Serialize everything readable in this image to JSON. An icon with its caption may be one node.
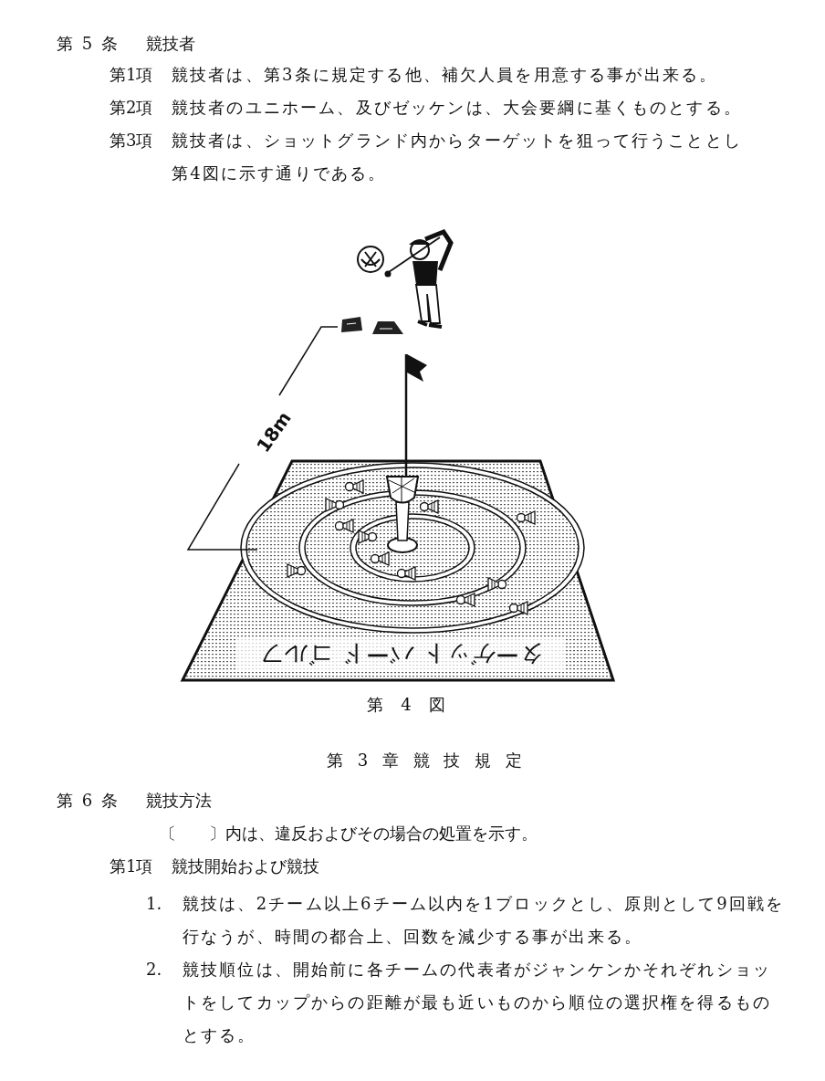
{
  "diagram": {
    "caption": "第 4 図",
    "labels": [
      "第 5 条",
      "競技者",
      "第1項",
      "競技者は、第3条に規定する他、補欠人員を用意する事が出来る。",
      "第2項",
      "競技者のユニホーム、及びゼッケンは、大会要綱に基くものとする。",
      "第3項",
      "競技者は、ショットグランド内からターゲットを狙って行うこととし第4図に示す通りである。",
      "18m",
      "ターゲット バード ゴルフ",
      "第 3 章 競 技 規 定",
      "第 6 条",
      "競技方法",
      "〔　　〕内は、違反およびその場合の処置を示す。",
      "第1項",
      "競技開始および競技",
      "1.",
      "競技は、2チーム以上6チーム以内を1ブロックとし、原則として9回戦を行なうが、時間の都合上、回数を減少する事が出来る。",
      "2.",
      "競技順位は、開始前に各チームの代表者がジャンケンかそれぞれショットをしてカップからの距離が最も近いものから順位の選択権を得るものとする。"
    ]
  }
}
